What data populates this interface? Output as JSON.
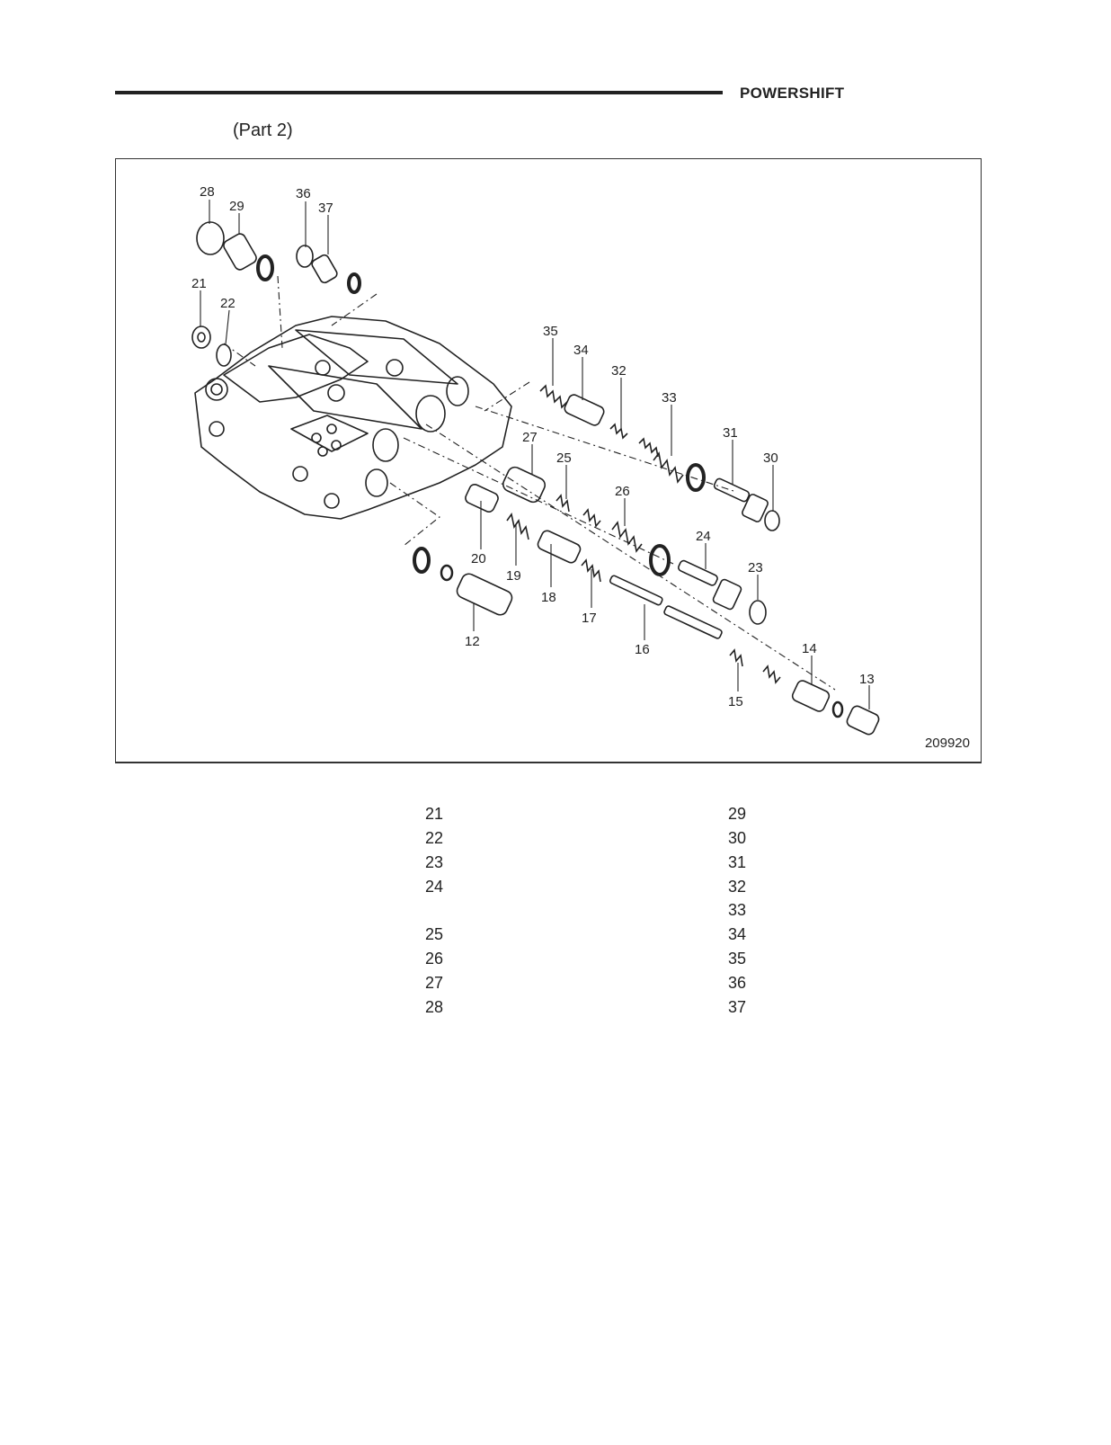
{
  "header": {
    "title": "POWERSHIFT"
  },
  "section": {
    "title": "(Part 2)"
  },
  "figure": {
    "number": "209920",
    "callouts": [
      "28",
      "29",
      "36",
      "37",
      "21",
      "22",
      "35",
      "34",
      "32",
      "33",
      "31",
      "30",
      "27",
      "25",
      "26",
      "24",
      "23",
      "20",
      "19",
      "18",
      "17",
      "12",
      "16",
      "14",
      "13",
      "15"
    ]
  },
  "legend": {
    "left": [
      "21",
      "22",
      "23",
      "24",
      "25",
      "26",
      "27",
      "28"
    ],
    "right": [
      "29",
      "30",
      "31",
      "32",
      "33",
      "34",
      "35",
      "36",
      "37"
    ]
  }
}
